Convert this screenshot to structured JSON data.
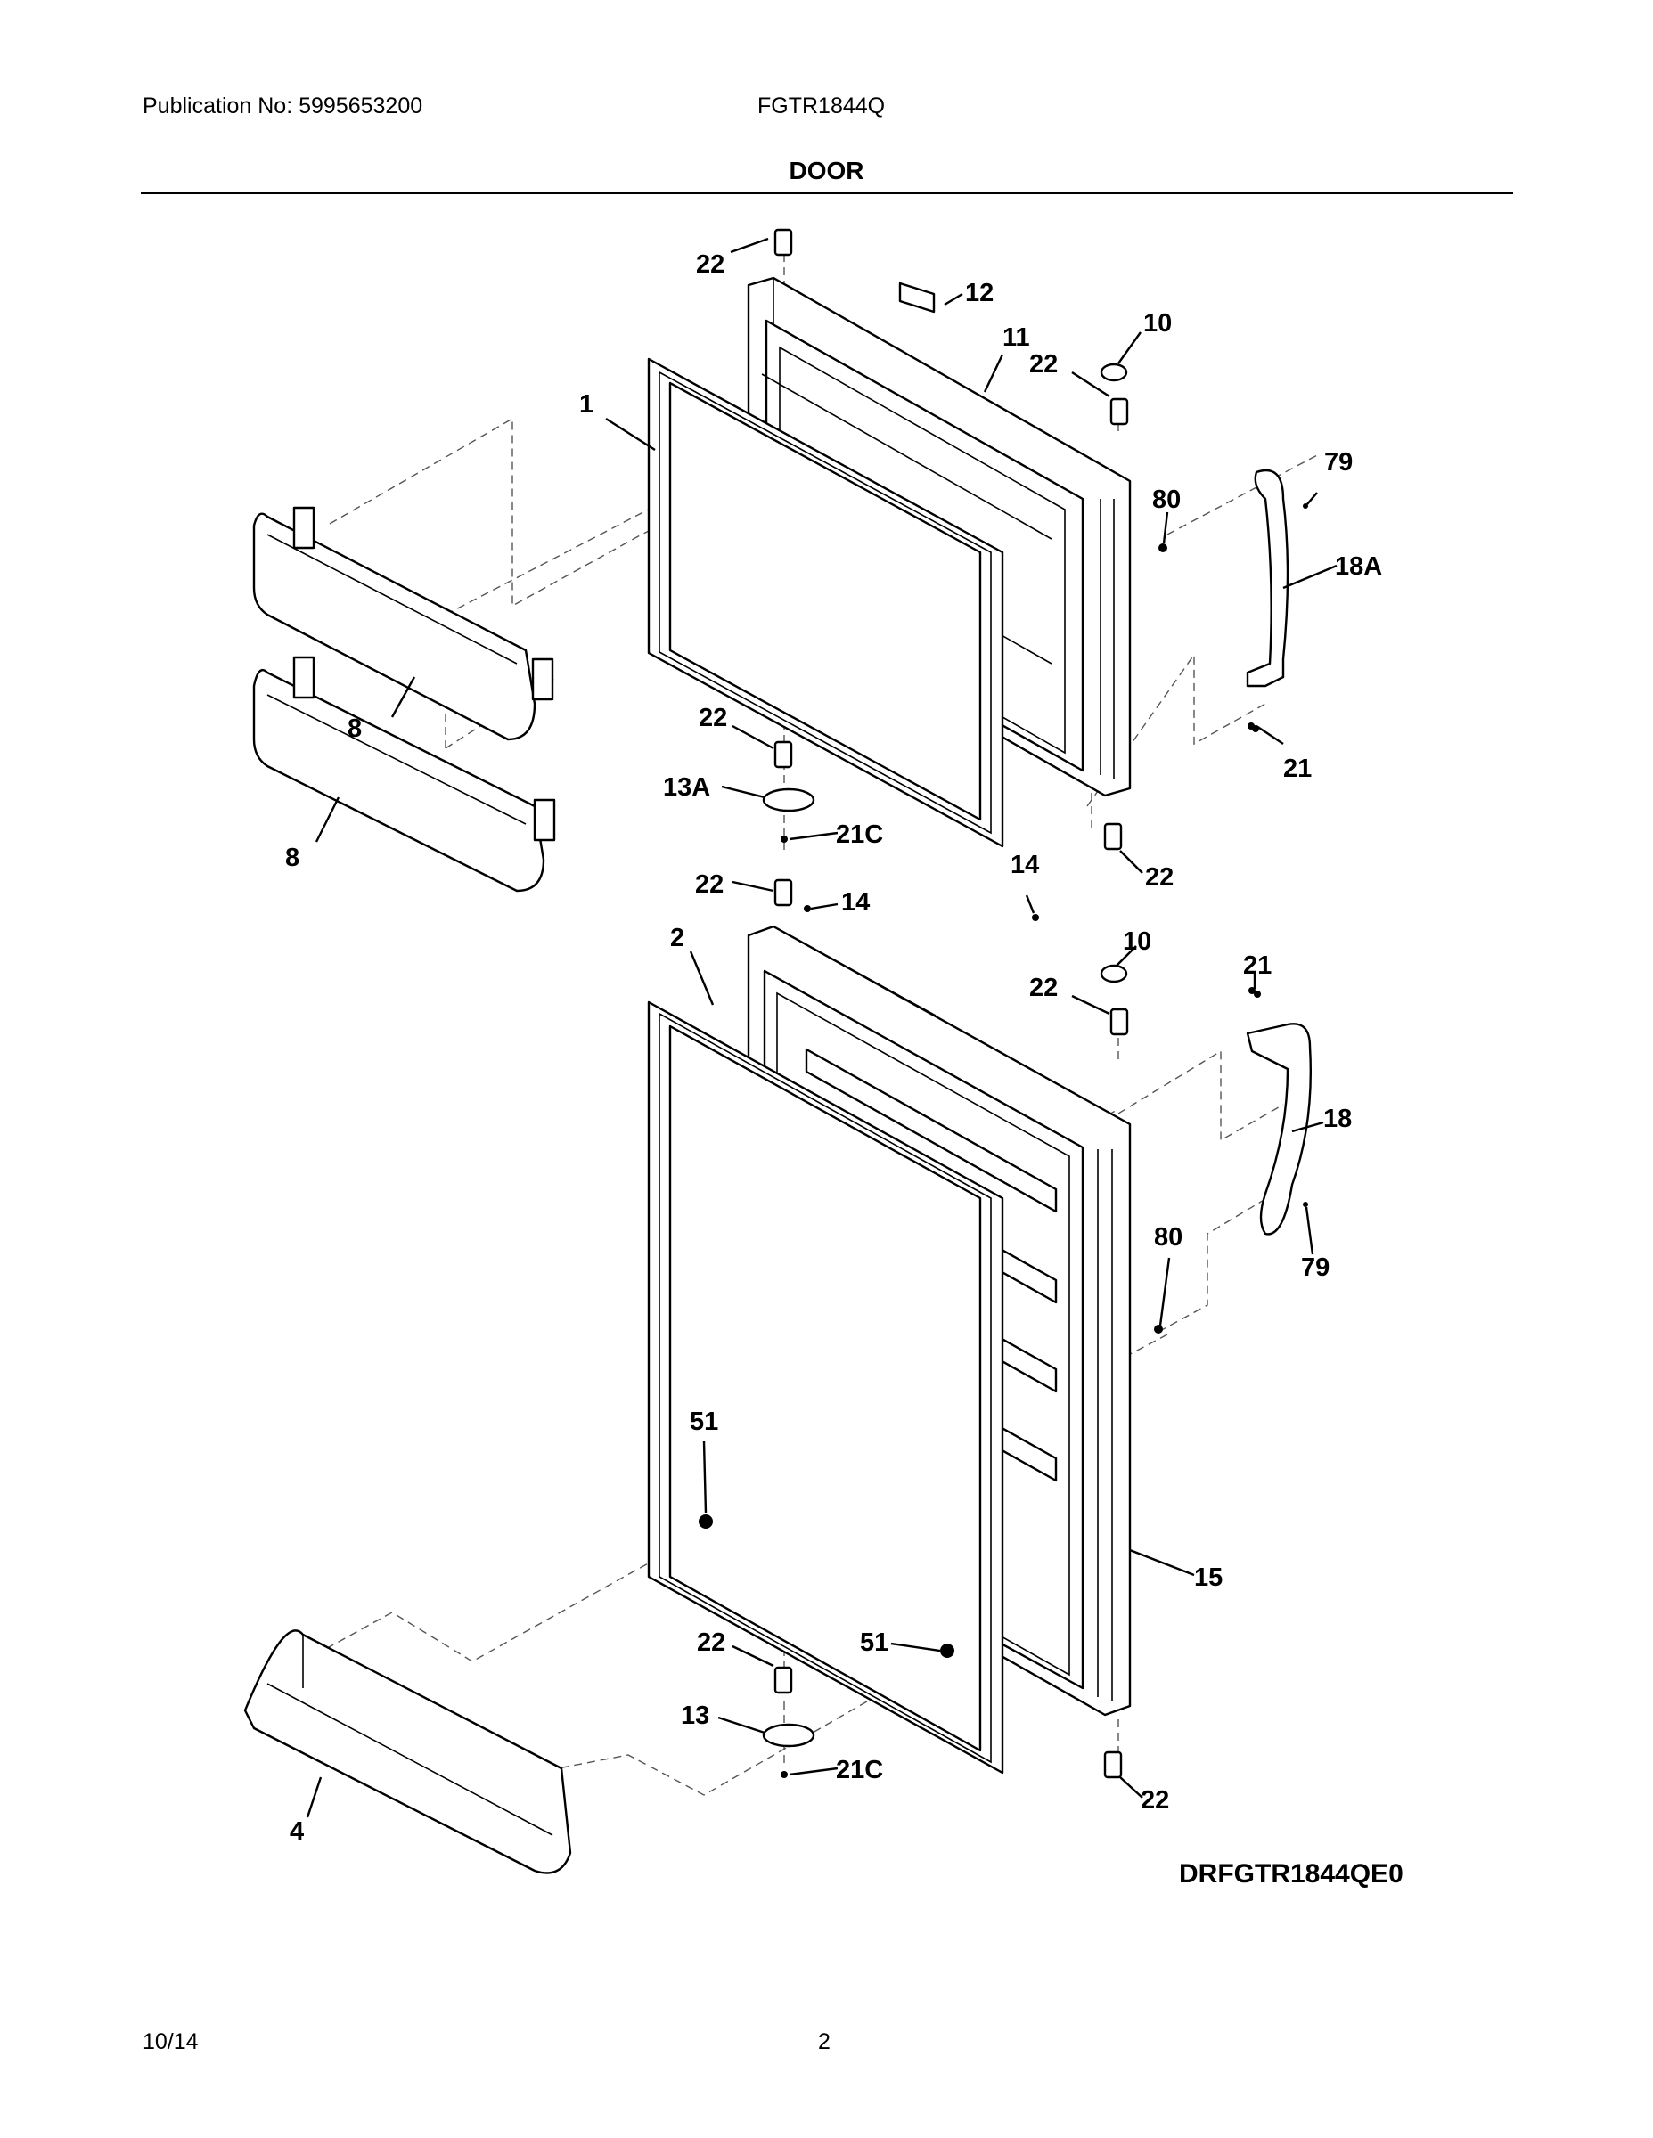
{
  "header": {
    "publication": "Publication No:  5995653200",
    "model": "FGTR1844Q"
  },
  "title": "DOOR",
  "diagram_code": "DRFGTR1844QE0",
  "footer": {
    "date": "10/14",
    "page": "2"
  },
  "callouts": {
    "c1": "1",
    "c2": "2",
    "c4": "4",
    "c8a": "8",
    "c8b": "8",
    "c10a": "10",
    "c10b": "10",
    "c11": "11",
    "c12": "12",
    "c13": "13",
    "c13a": "13A",
    "c14a": "14",
    "c14b": "14",
    "c15": "15",
    "c18": "18",
    "c18a": "18A",
    "c21a": "21",
    "c21b": "21",
    "c21ca": "21C",
    "c21cb": "21C",
    "c22a": "22",
    "c22b": "22",
    "c22c": "22",
    "c22d": "22",
    "c22e": "22",
    "c22f": "22",
    "c22g": "22",
    "c22h": "22",
    "c51a": "51",
    "c51b": "51",
    "c79a": "79",
    "c79b": "79",
    "c80a": "80",
    "c80b": "80"
  }
}
